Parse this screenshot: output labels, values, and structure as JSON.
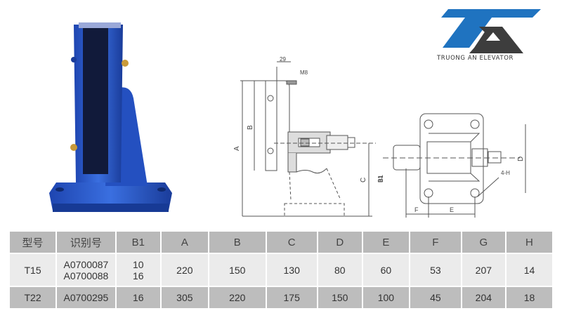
{
  "brand": {
    "name": "TRUONG AN ELEVATOR",
    "colors": {
      "blue": "#1f73c0",
      "dark": "#3d3d3d"
    }
  },
  "product": {
    "image": "blue cast-iron guide rail bracket / rail clip base",
    "body_color": "#2b5bc6"
  },
  "drawings": {
    "side_view": {
      "labels": [
        "29",
        "M8",
        "A",
        "B",
        "C",
        "B1"
      ]
    },
    "top_view": {
      "labels": [
        "B1",
        "D",
        "4-H",
        "F",
        "E"
      ]
    }
  },
  "table": {
    "headers": [
      "型号",
      "识别号",
      "B1",
      "A",
      "B",
      "C",
      "D",
      "E",
      "F",
      "G",
      "H"
    ],
    "rows": [
      {
        "model": "T15",
        "id": [
          "A0700087",
          "A0700088"
        ],
        "B1": [
          "10",
          "16"
        ],
        "A": "220",
        "B": "150",
        "C": "130",
        "D": "80",
        "E": "60",
        "F": "53",
        "G": "207",
        "H": "14"
      },
      {
        "model": "T22",
        "id": [
          "A0700295"
        ],
        "B1": [
          "16"
        ],
        "A": "305",
        "B": "220",
        "C": "175",
        "D": "150",
        "E": "100",
        "F": "45",
        "G": "204",
        "H": "18"
      }
    ]
  }
}
